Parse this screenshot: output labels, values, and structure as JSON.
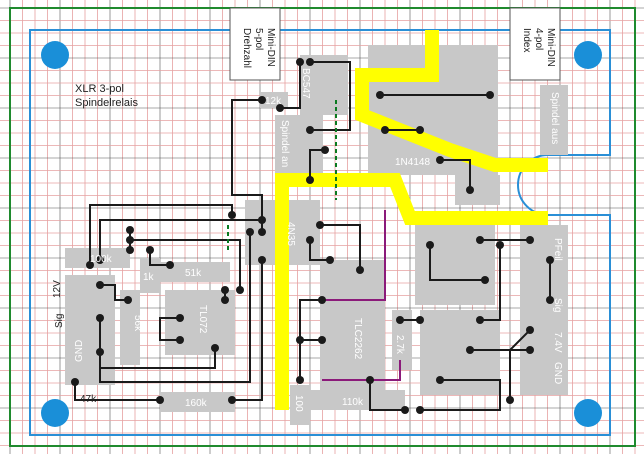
{
  "texts": {
    "xlr_title": "XLR 3-pol",
    "xlr_sub": "Spindelrelais",
    "din5_1": "Mini-DIN",
    "din5_2": "5-pol",
    "din5_3": "Drehzahl",
    "din4_1": "Mini-DIN",
    "din4_2": "4-pol",
    "din4_3": "Index",
    "l_12v": "12V",
    "l_sig": "Sig",
    "l_gnd": "GND",
    "l_47k": "47k",
    "l_100k": "100k",
    "l_1k": "1k",
    "l_51k": "51k",
    "l_56k": "56k",
    "l_tl072": "TL072",
    "l_160k": "160k",
    "l_12k": "12k",
    "l_bc": "BC547",
    "l_spindel_an": "Spindel an",
    "l_1n4148": "1N4148",
    "l_spindel_aus": "Spindel aus",
    "l_4n35": "4N35",
    "l_lm2902": "TLC2262",
    "l_110k": "110k",
    "l_100": "100",
    "l_27k": "2.7k",
    "l_pfeil": "PFeil",
    "l_sig2": "Sig",
    "l_74v": "7.4V",
    "l_gnd2": "GND"
  },
  "colors": {
    "grid": "#e6a0a0",
    "grid_strong": "#555555",
    "board_outline": "#1f8a2e",
    "inner_outline": "#2a8fd6",
    "pad": "#c8c8c8",
    "trace": "#1a1a1a",
    "yellow": "#ffff00",
    "hole": "#1a8fd8",
    "wire_purple": "#8b1a7a",
    "wire_green": "#0a7a20"
  }
}
